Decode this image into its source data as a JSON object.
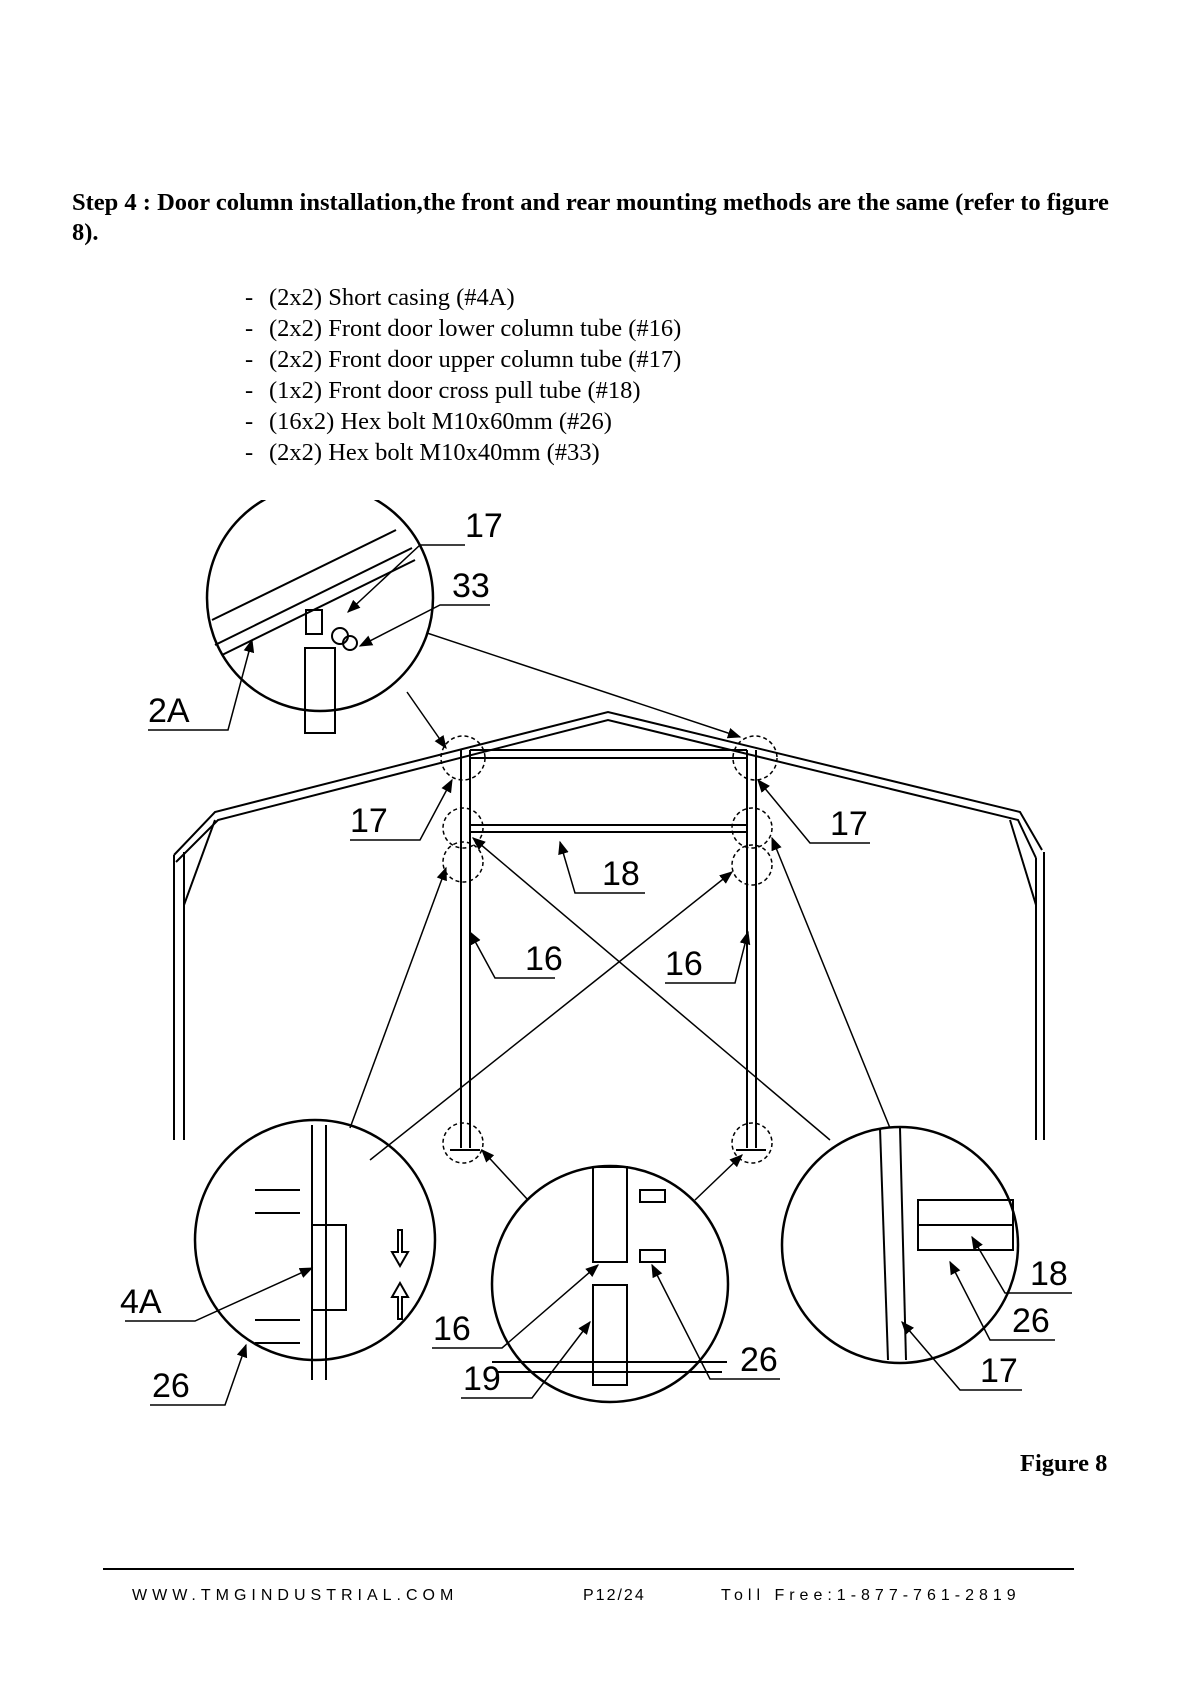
{
  "heading": "Step 4 : Door column installation,the front and rear mounting methods are the same (refer to figure 8).",
  "parts": [
    "(2x2) Short casing (#4A)",
    "(2x2) Front door lower column tube (#16)",
    "(2x2) Front door upper column tube (#17)",
    "(1x2) Front door cross pull tube (#18)",
    "(16x2) Hex bolt M10x60mm (#26)",
    "(2x2) Hex bolt M10x40mm (#33)"
  ],
  "list_marker": "-",
  "figure": {
    "caption": "Figure 8",
    "callouts": {
      "top_17": "17",
      "top_33": "33",
      "top_2a": "2A",
      "left_17": "17",
      "right_17": "17",
      "mid_18": "18",
      "left_16": "16",
      "right_16": "16",
      "bl_4a": "4A",
      "bl_26": "26",
      "bc_16": "16",
      "bc_19": "19",
      "bc_26": "26",
      "br_18": "18",
      "br_26": "26",
      "br_17": "17"
    }
  },
  "footer": {
    "website": "WWW.TMGINDUSTRIAL.COM",
    "page": "P12/24",
    "toll_free": "Toll Free:1-877-761-2819"
  }
}
